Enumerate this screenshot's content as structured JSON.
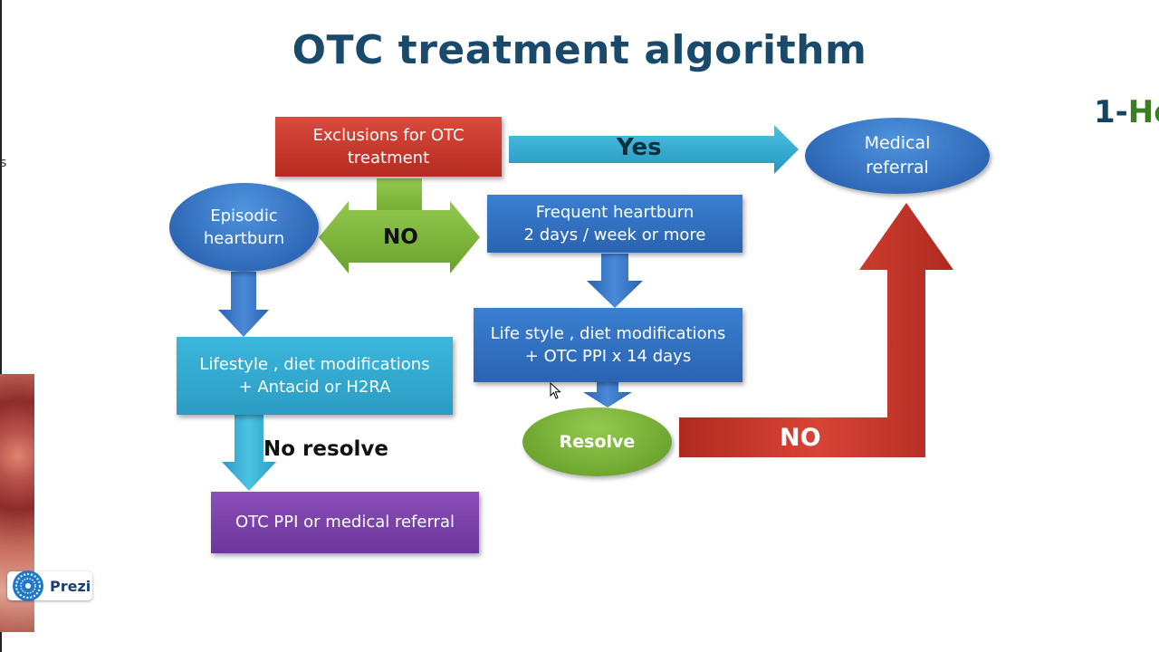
{
  "title": "OTC treatment algorithm",
  "side_peek": {
    "number": "1-",
    "word": "He"
  },
  "left_stray_mark": "s",
  "nodes": {
    "exclusions": {
      "lines": [
        "Exclusions for OTC",
        "treatment"
      ]
    },
    "medical_referral": {
      "lines": [
        "Medical",
        "referral"
      ]
    },
    "episodic": {
      "lines": [
        "Episodic",
        "heartburn"
      ]
    },
    "frequent": {
      "lines": [
        "Frequent heartburn",
        "2 days / week or more"
      ]
    },
    "lifestyle_antacid": {
      "lines": [
        "Lifestyle , diet modifications",
        "+ Antacid or H2RA"
      ]
    },
    "lifestyle_ppi": {
      "lines": [
        "Life style , diet modifications",
        "+ OTC PPI x 14 days"
      ]
    },
    "resolve": {
      "lines": [
        "Resolve"
      ]
    },
    "otc_ppi_referral": {
      "lines": [
        "OTC PPI or medical referral"
      ]
    }
  },
  "arrow_labels": {
    "yes": "Yes",
    "no_center": "NO",
    "no_resolve": "No resolve",
    "no_right": "NO"
  },
  "colors": {
    "title": "#1a4a6b",
    "red": "#c9352a",
    "blue": "#2f6fc1",
    "cyan": "#35aed6",
    "green": "#7cb83a",
    "purple": "#7a42a8"
  },
  "badge": {
    "label": "Prezi"
  }
}
